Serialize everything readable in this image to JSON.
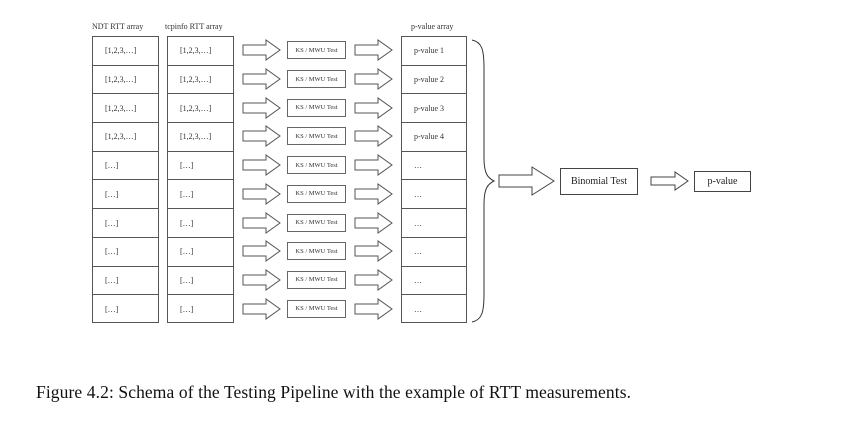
{
  "diagram": {
    "headers": {
      "ndt": "NDT RTT array",
      "tcpinfo": "tcpinfo RTT array",
      "pvalue": "p-value array"
    },
    "ndt_cells": [
      "[1,2,3,…]",
      "[1,2,3,…]",
      "[1,2,3,…]",
      "[1,2,3,…]",
      "[…]",
      "[…]",
      "[…]",
      "[…]",
      "[…]",
      "[…]"
    ],
    "tcpinfo_cells": [
      "[1,2,3,…]",
      "[1,2,3,…]",
      "[1,2,3,…]",
      "[1,2,3,…]",
      "[…]",
      "[…]",
      "[…]",
      "[…]",
      "[…]",
      "[…]"
    ],
    "test_label": "KS / MWU Test",
    "test_count": 10,
    "pvalue_cells": [
      "p-value 1",
      "p-value 2",
      "p-value 3",
      "p-value 4",
      "…",
      "…",
      "…",
      "…",
      "…",
      "…"
    ],
    "binomial_label": "Binomial Test",
    "final_label": "p-value",
    "icons": {
      "row_arrow": "hollow-right-arrow",
      "brace": "right-curly-brace"
    },
    "colors": {
      "line": "#555555",
      "text": "#333333",
      "background": "#ffffff"
    }
  },
  "caption": "Figure 4.2: Schema of the Testing Pipeline with the example of RTT measurements."
}
